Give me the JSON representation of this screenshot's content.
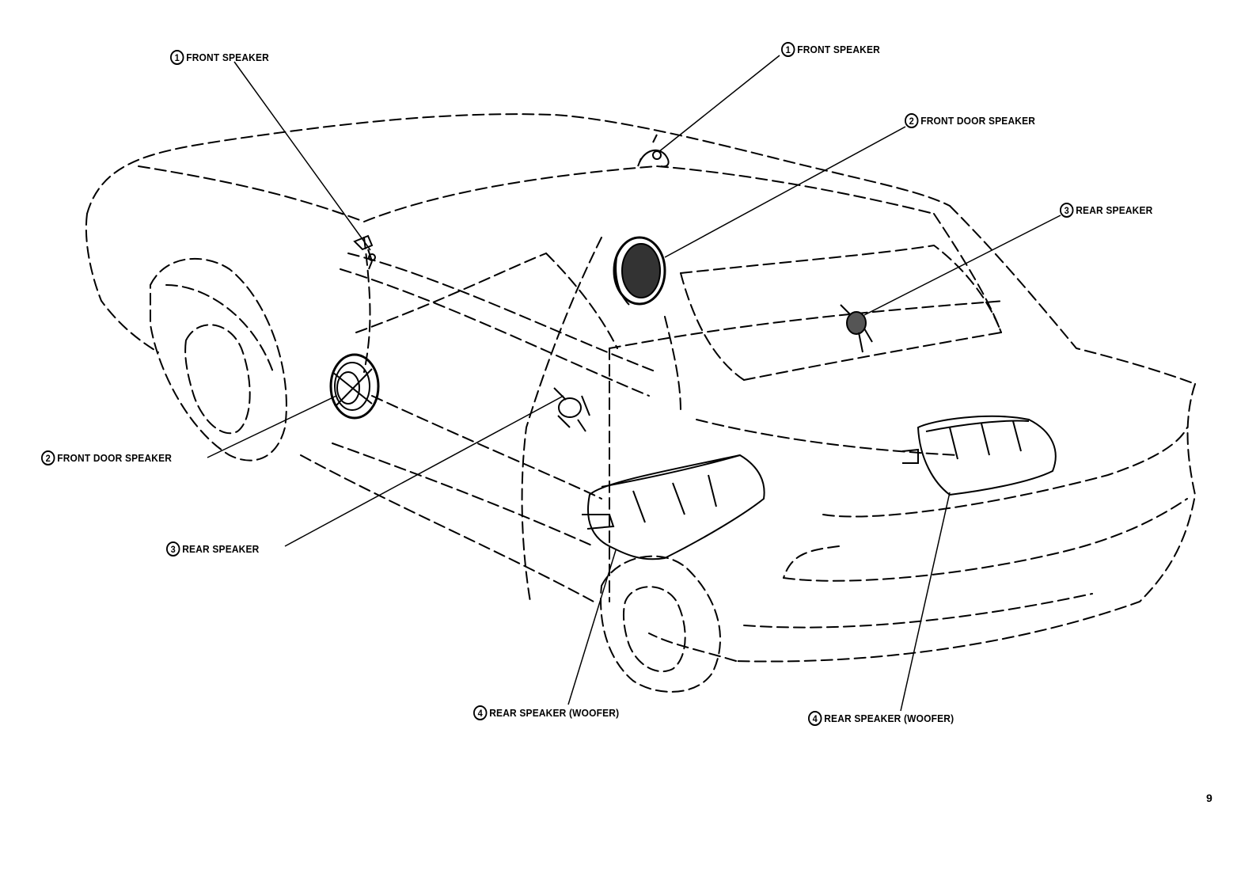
{
  "callouts": [
    {
      "num": "1",
      "text": "FRONT SPEAKER"
    },
    {
      "num": "1",
      "text": "FRONT SPEAKER"
    },
    {
      "num": "2",
      "text": "FRONT DOOR SPEAKER"
    },
    {
      "num": "3",
      "text": "REAR SPEAKER"
    },
    {
      "num": "2",
      "text": "FRONT DOOR SPEAKER"
    },
    {
      "num": "3",
      "text": "REAR SPEAKER"
    },
    {
      "num": "4",
      "text": "REAR SPEAKER (WOOFER)"
    },
    {
      "num": "4",
      "text": "REAR SPEAKER (WOOFER)"
    }
  ],
  "page_number": "9"
}
